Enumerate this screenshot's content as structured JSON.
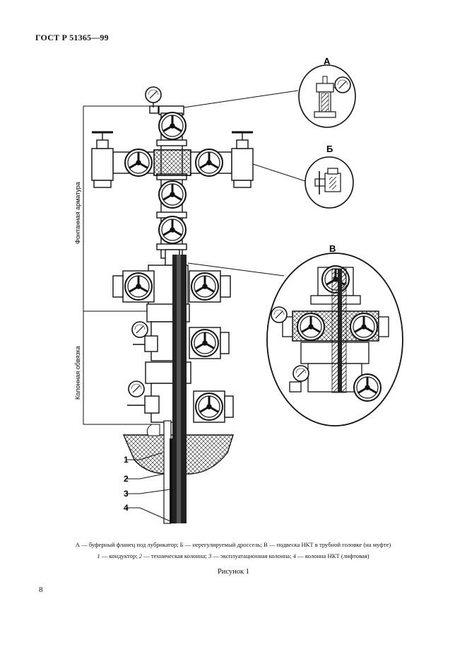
{
  "header": {
    "standard": "ГОСТ Р 51365—99"
  },
  "figure": {
    "callouts": {
      "a": "А",
      "b": "Б",
      "v": "В"
    },
    "vertical_labels": {
      "christmas_tree": "Фонтанная арматура",
      "casing_head": "Колонная обвязка"
    },
    "numbers": {
      "n1": "1",
      "n2": "2",
      "n3": "3",
      "n4": "4"
    }
  },
  "caption": {
    "line1": "А — буферный фланец под лубрикатор; Б — нерегулируемый дроссель; В — подвеска НКТ в трубной головке (на муфте)",
    "line2": {
      "i1": "1",
      "t1": " — кондуктор; ",
      "i2": "2",
      "t2": " — техническая колонна; ",
      "i3": "3",
      "t3": " — эксплуатационная колонна; ",
      "i4": "4",
      "t4": " — колонна НКТ (лифтовая)"
    }
  },
  "figure_title": "Рисунок 1",
  "page_number": "8",
  "icons": [
    "valve-handwheel-icon",
    "pressure-gauge-icon",
    "flange-icon",
    "choke-icon"
  ]
}
